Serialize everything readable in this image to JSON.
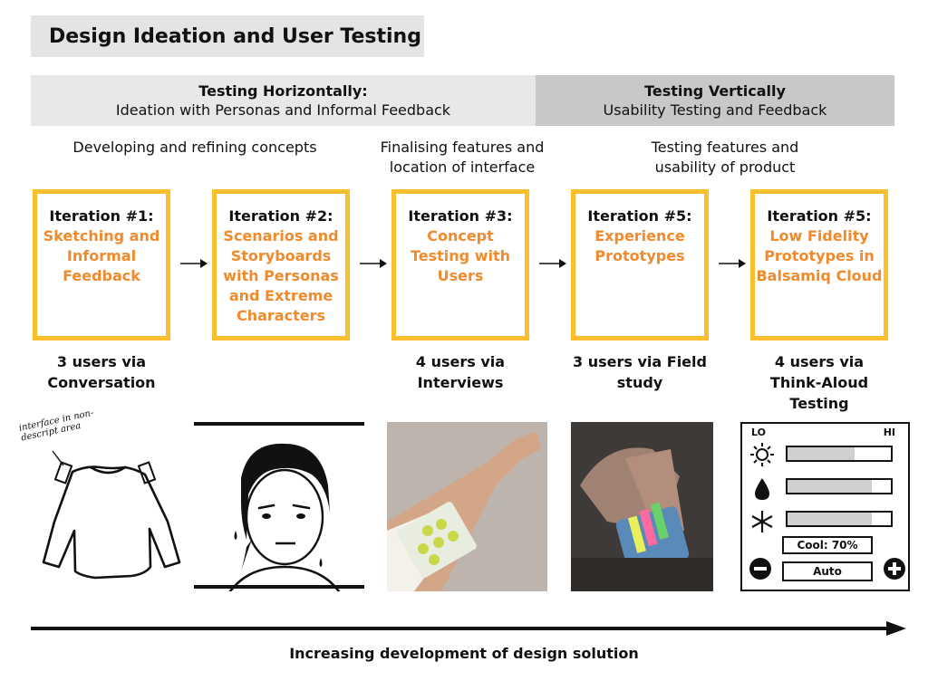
{
  "title": "Design Ideation and User Testing",
  "bands": {
    "horizontal": {
      "heading": "Testing Horizontally:",
      "sub": "Ideation with Personas and Informal Feedback"
    },
    "vertical": {
      "heading": "Testing Vertically",
      "sub": "Usability Testing and Feedback"
    }
  },
  "phases": [
    "Developing and refining concepts",
    "Finalising features and location of interface",
    "Testing features and usability of product"
  ],
  "iterations": [
    {
      "label": "Iteration #1:",
      "name": "Sketching and Informal Feedback",
      "users": "3 users via Conversation"
    },
    {
      "label": "Iteration #2:",
      "name": "Scenarios and Storyboards with Personas and Extreme Characters",
      "users": ""
    },
    {
      "label": "Iteration #3:",
      "name": "Concept Testing with Users",
      "users": "4 users via Interviews"
    },
    {
      "label": "Iteration #5:",
      "name": "Experience Prototypes",
      "users": "3 users via Field study"
    },
    {
      "label": "Iteration #5:",
      "name": "Low Fidelity Prototypes in Balsamiq Cloud",
      "users": "4 users via Think-Aloud Testing"
    }
  ],
  "sketch_annotation": "interface in non-descript area",
  "mockup": {
    "lo": "LO",
    "hi": "HI",
    "sliders": [
      {
        "icon": "sun-icon",
        "level": 0.65
      },
      {
        "icon": "water-drop-icon",
        "level": 0.82
      },
      {
        "icon": "snowflake-icon",
        "level": 0.82
      }
    ],
    "cool_label": "Cool: 70%",
    "auto_label": "Auto"
  },
  "footer": "Increasing development of design solution",
  "colors": {
    "accent": "#f08a2c",
    "card_border": "#fbbf2e",
    "band_horizontal": "#e8e8e8",
    "band_vertical": "#c8c8c8"
  }
}
